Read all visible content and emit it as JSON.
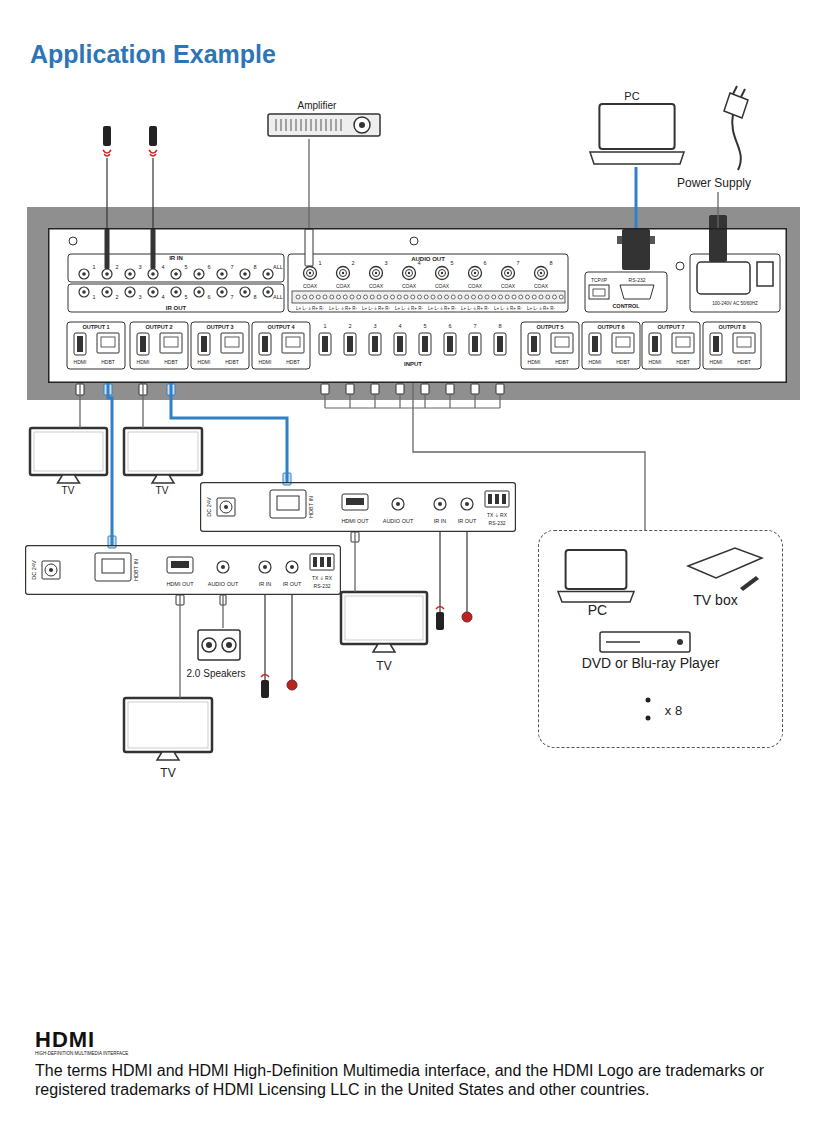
{
  "diagram": {
    "title": "Application Example",
    "nodes": [
      {
        "text": [
          "Amplifier"
        ]
      },
      {
        "text": [
          "PC"
        ]
      },
      {
        "text": [
          "Power Supply"
        ]
      },
      {
        "text": [
          "IR IN",
          "1",
          "2",
          "3",
          "4",
          "5",
          "6",
          "7",
          "8",
          "ALL",
          "IR OUT",
          "1",
          "2",
          "3",
          "4",
          "5",
          "6",
          "7",
          "8",
          "ALL",
          "AUDIO OUT",
          "1",
          "2",
          "3",
          "4",
          "5",
          "6",
          "7",
          "8",
          "COAX",
          "COAX",
          "COAX",
          "COAX",
          "COAX",
          "COAX",
          "COAX",
          "COAX",
          "L+ L- ⏚ R+ R-",
          "L+ L- ⏚ R+ R-",
          "L+ L- ⏚ R+ R-",
          "L+ L- ⏚ R+ R-",
          "L+ L- ⏚ R+ R-",
          "L+ L- ⏚ R+ R-",
          "L+ L- ⏚ R+ R-",
          "L+ L- ⏚ R+ R-",
          "TCP/IP",
          "RS-232",
          "CONTROL",
          "100-240V AC 50/60HZ",
          "OUTPUT 1",
          "OUTPUT 2",
          "OUTPUT 3",
          "OUTPUT 4",
          "OUTPUT 5",
          "OUTPUT 6",
          "OUTPUT 7",
          "OUTPUT 8",
          "HDMI",
          "HDBT",
          "HDMI",
          "HDBT",
          "HDMI",
          "HDBT",
          "HDMI",
          "HDBT",
          "HDMI",
          "HDBT",
          "HDMI",
          "HDBT",
          "HDMI",
          "HDBT",
          "HDMI",
          "HDBT",
          "1",
          "2",
          "3",
          "4",
          "5",
          "6",
          "7",
          "8",
          "INPUT"
        ]
      },
      {
        "text": [
          "TV"
        ]
      },
      {
        "text": [
          "TV"
        ]
      },
      {
        "text": [
          "DC 24V",
          "HDBT IN",
          "HDMI OUT",
          "AUDIO OUT",
          "IR IN",
          "IR OUT",
          "TX ⏚ RX",
          "RS-232"
        ]
      },
      {
        "text": [
          "DC 24V",
          "HDBT IN",
          "HDMI OUT",
          "AUDIO OUT",
          "IR IN",
          "IR OUT",
          "TX ⏚ RX",
          "RS-232"
        ]
      },
      {
        "text": [
          "TV"
        ]
      },
      {
        "text": [
          "2.0 Speakers"
        ]
      },
      {
        "text": [
          "TV"
        ]
      },
      {
        "text": [
          "x 8"
        ]
      },
      {
        "text": [
          "PC"
        ],
        "in": 11
      },
      {
        "text": [
          "TV box"
        ],
        "in": 11
      },
      {
        "text": [
          "DVD or Blu-ray Player"
        ],
        "in": 11
      }
    ],
    "edges": [
      {
        "from": 0,
        "to": 3,
        "arrow": "none"
      },
      {
        "from": 1,
        "to": 3,
        "arrow": "none"
      },
      {
        "from": 2,
        "to": 3,
        "arrow": "none"
      },
      {
        "from": 3,
        "to": 4,
        "arrow": "none"
      },
      {
        "from": 3,
        "to": 7,
        "arrow": "none"
      },
      {
        "from": 3,
        "to": 5,
        "arrow": "none"
      },
      {
        "from": 3,
        "to": 6,
        "arrow": "none"
      },
      {
        "from": 6,
        "to": 8,
        "arrow": "none"
      },
      {
        "from": 7,
        "to": 10,
        "arrow": "none"
      },
      {
        "from": 7,
        "to": 9,
        "arrow": "none"
      },
      {
        "from": 11,
        "to": 3,
        "arrow": "none"
      }
    ],
    "labels": [
      "HDMI",
      "HIGH-DEFINITION MULTIMEDIA INTERFACE",
      "The terms HDMI and HDMI High-Definition Multimedia interface, and the HDMI Logo are trademarks or registered trademarks of HDMI Licensing LLC in the United States and other countries."
    ]
  }
}
